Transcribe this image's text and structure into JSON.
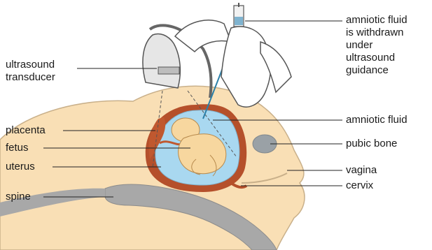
{
  "diagram": {
    "labels": {
      "ultrasound_transducer": "ultrasound\ntransducer",
      "placenta": "placenta",
      "fetus": "fetus",
      "uterus": "uterus",
      "spine": "spine",
      "amniotic_fluid_withdrawn": "amniotic fluid\nis withdrawn\nunder\nultrasound\nguidance",
      "amniotic_fluid": "amniotic fluid",
      "pubic_bone": "pubic bone",
      "vagina": "vagina",
      "cervix": "cervix"
    },
    "colors": {
      "skin": "#f9dfb5",
      "skin_outline": "#c9b08a",
      "uterus_wall": "#b5502b",
      "amniotic_fluid": "#a9d8f0",
      "fetus": "#f7d79f",
      "spine": "#a8a8a8",
      "bone": "#9aa1a6",
      "glove": "#ffffff",
      "device": "#dcdcdc"
    }
  }
}
